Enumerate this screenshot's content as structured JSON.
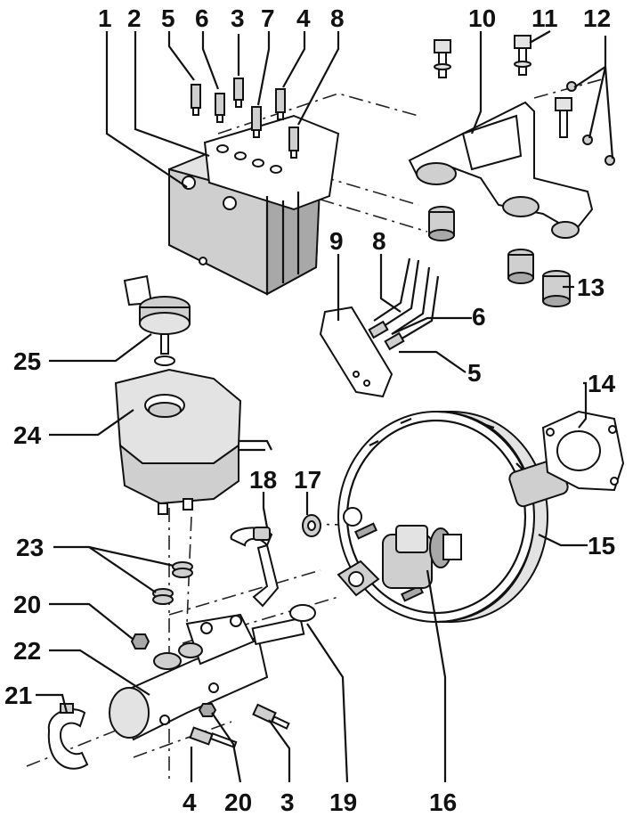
{
  "diagram": {
    "callouts": [
      "1",
      "2",
      "5",
      "6",
      "3",
      "7",
      "4",
      "8",
      "10",
      "11",
      "12",
      "9",
      "8",
      "6",
      "5",
      "13",
      "25",
      "24",
      "14",
      "18",
      "17",
      "15",
      "23",
      "20",
      "22",
      "21",
      "4",
      "20",
      "3",
      "19",
      "16"
    ]
  }
}
